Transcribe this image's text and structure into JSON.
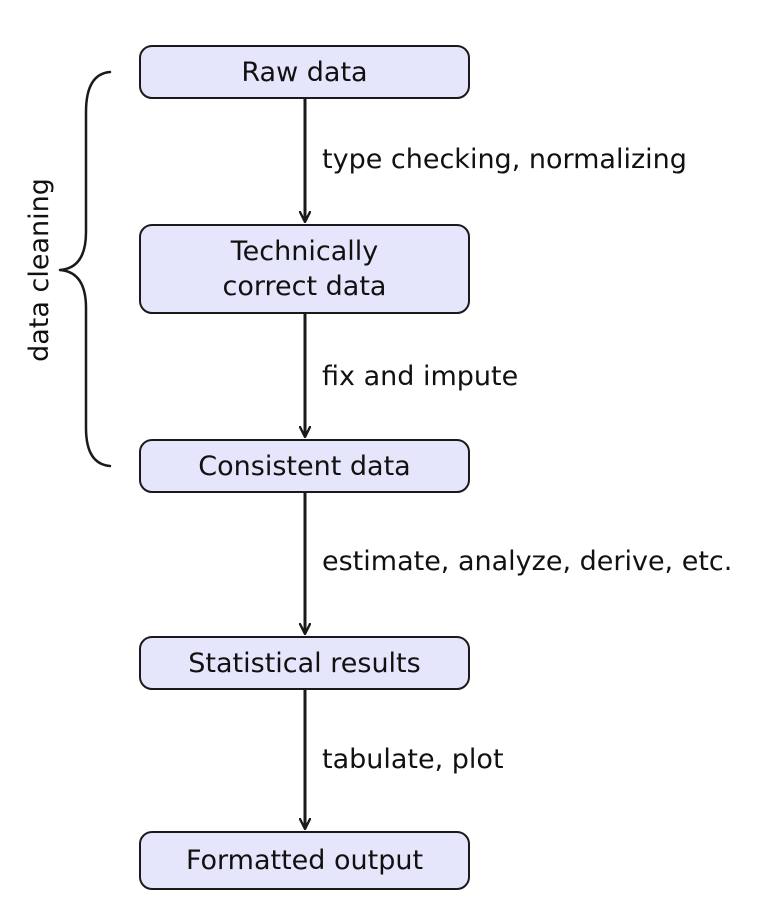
{
  "nodes": {
    "raw": "Raw data",
    "technical_line1": "Technically",
    "technical_line2": "correct data",
    "consistent": "Consistent data",
    "statistical": "Statistical results",
    "formatted": "Formatted output"
  },
  "edges": {
    "raw_to_technical": "type checking, normalizing",
    "technical_to_consistent": "fix and impute",
    "consistent_to_statistical": "estimate, analyze, derive, etc.",
    "statistical_to_formatted": "tabulate, plot"
  },
  "brace": {
    "label": "data cleaning"
  },
  "colors": {
    "node_fill": "#e5e5fb",
    "stroke": "#1a1a1a"
  }
}
